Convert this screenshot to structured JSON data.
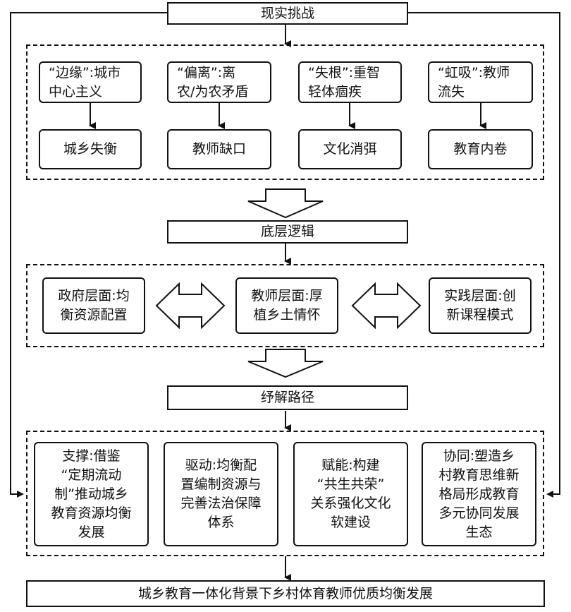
{
  "sections": {
    "challenge": "现实挑战",
    "logic": "底层逻辑",
    "path": "纾解路径",
    "goal": "城乡教育一体化背景下乡村体育教师优质均衡发展"
  },
  "challenges": [
    {
      "cause": "“边缘”:城市\n中心主义",
      "effect": "城乡失衡"
    },
    {
      "cause": "“偏离”:离\n农/为农矛盾",
      "effect": "教师缺口"
    },
    {
      "cause": "“失根”:重智\n轻体痼疾",
      "effect": "文化消弭"
    },
    {
      "cause": "“虹吸”:教师\n流失",
      "effect": "教育内卷"
    }
  ],
  "logic_levels": [
    "政府层面:均\n衡资源配置",
    "教师层面:厚\n植乡土情怀",
    "实践层面:创\n新课程模式"
  ],
  "paths": [
    "支撑:借鉴\n“定期流动\n制”推动城乡\n教育资源均衡\n发展",
    "驱动:均衡配\n置编制资源与\n完善法治保障\n体系",
    "赋能:构建\n“共生共荣”\n关系强化文化\n软建设",
    "协同:塑造乡\n村教育思维新\n格局形成教育\n多元协同发展\n生态"
  ]
}
